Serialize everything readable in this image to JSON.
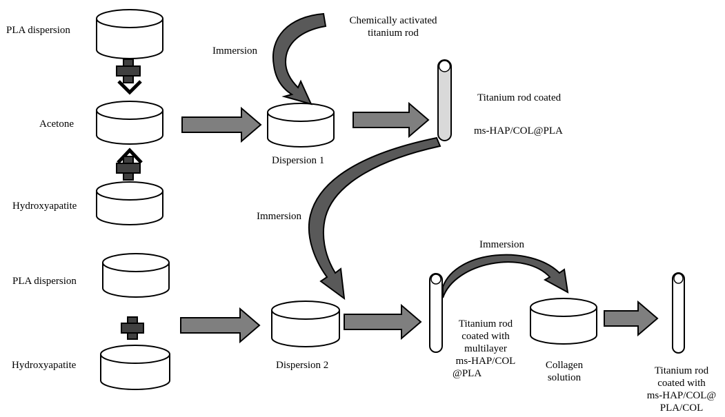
{
  "colors": {
    "stroke": "#000000",
    "vessel_fill": "#ffffff",
    "arrow_fill": "#7f7f7f",
    "curved_arrow_fill": "#595959",
    "rod_coated_fill": "#d9d9d9",
    "plus_fill": "#404040"
  },
  "labels": {
    "pla_dispersion_top": "PLA dispersion",
    "acetone": "Acetone",
    "hydroxyapatite_top": "Hydroxyapatite",
    "chem_activated_rod": [
      "Chemically activated",
      "titanium rod"
    ],
    "immersion_1": "Immersion",
    "dispersion_1": "Dispersion 1",
    "rod_coated_1": "Titanium rod coated",
    "rod_coated_1_material": "ms-HAP/COL@PLA",
    "immersion_2": "Immersion",
    "pla_dispersion_bottom": "PLA dispersion",
    "hydroxyapatite_bottom": "Hydroxyapatite",
    "dispersion_2": "Dispersion 2",
    "immersion_3": "Immersion",
    "rod_multilayer": [
      "Titanium rod",
      "coated with",
      "multilayer",
      "ms-HAP/COL",
      "@PLA"
    ],
    "collagen_solution": [
      "Collagen",
      "solution"
    ],
    "rod_final": [
      "Titanium rod",
      "coated with",
      "ms-HAP/COL@",
      "PLA/COL"
    ]
  },
  "icons": {
    "vessel": "cylinder-container-icon",
    "plus": "plus-icon",
    "chevron_down": "chevron-down-icon",
    "chevron_up": "chevron-up-icon",
    "arrow_right": "block-arrow-right-icon",
    "curved_arrow": "curved-arrow-icon",
    "rod": "titanium-rod-icon"
  }
}
